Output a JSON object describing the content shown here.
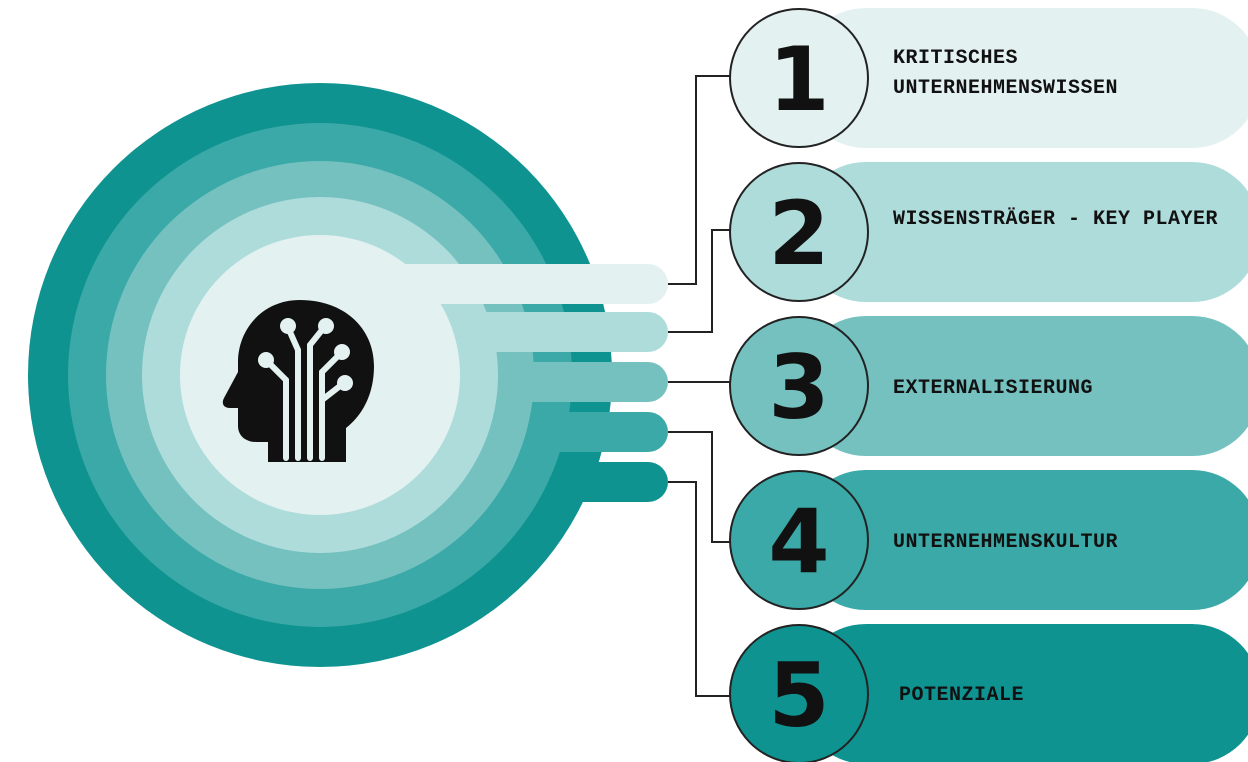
{
  "steps": [
    {
      "number": "1",
      "label": "KRITISCHES UNTERNEHMENSWISSEN",
      "color": "#e3f1f1"
    },
    {
      "number": "2",
      "label": "WISSENSTRÄGER - KEY PLAYER",
      "color": "#aedcdb"
    },
    {
      "number": "3",
      "label": "EXTERNALISIERUNG",
      "color": "#74c1c0"
    },
    {
      "number": "4",
      "label": "UNTERNEHMENSKULTUR",
      "color": "#3aa9a7"
    },
    {
      "number": "5",
      "label": "POTENZIALE",
      "color": "#0f9391"
    }
  ],
  "center_icon": "head-circuit-icon",
  "colors": {
    "outer_ring": "#0f9391",
    "line": "#222222",
    "icon": "#111111"
  }
}
